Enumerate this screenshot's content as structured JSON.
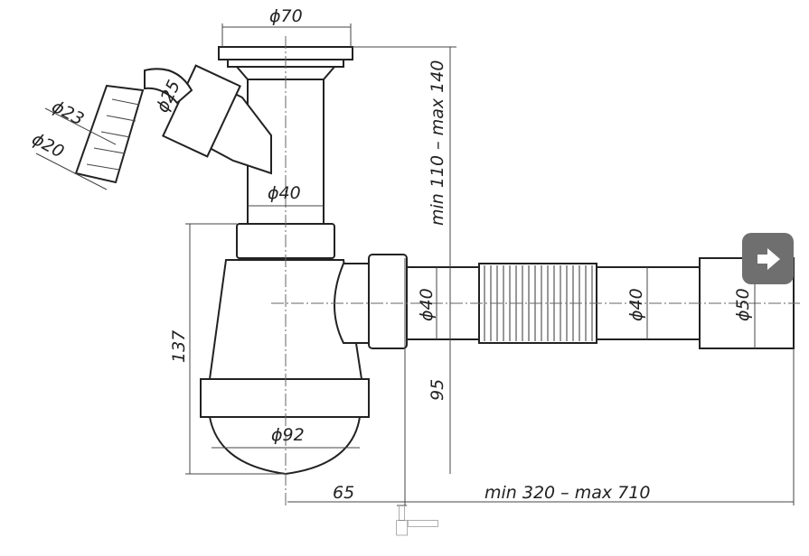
{
  "dimensions": {
    "d70": "ϕ70",
    "d25": "ϕ25",
    "d23": "ϕ23",
    "d20": "ϕ20",
    "d40_vertical": "ϕ40",
    "d40_outlet": "ϕ40",
    "d40_pipe": "ϕ40",
    "d50": "ϕ50",
    "d92": "ϕ92",
    "h137": "137",
    "h95": "95",
    "w65": "65",
    "height_range": "min 110 – max 140",
    "length_range": "min 320 – max 710"
  },
  "viewer": {
    "next_icon": "arrow-right-icon",
    "button_color": "#6f6f6f"
  }
}
